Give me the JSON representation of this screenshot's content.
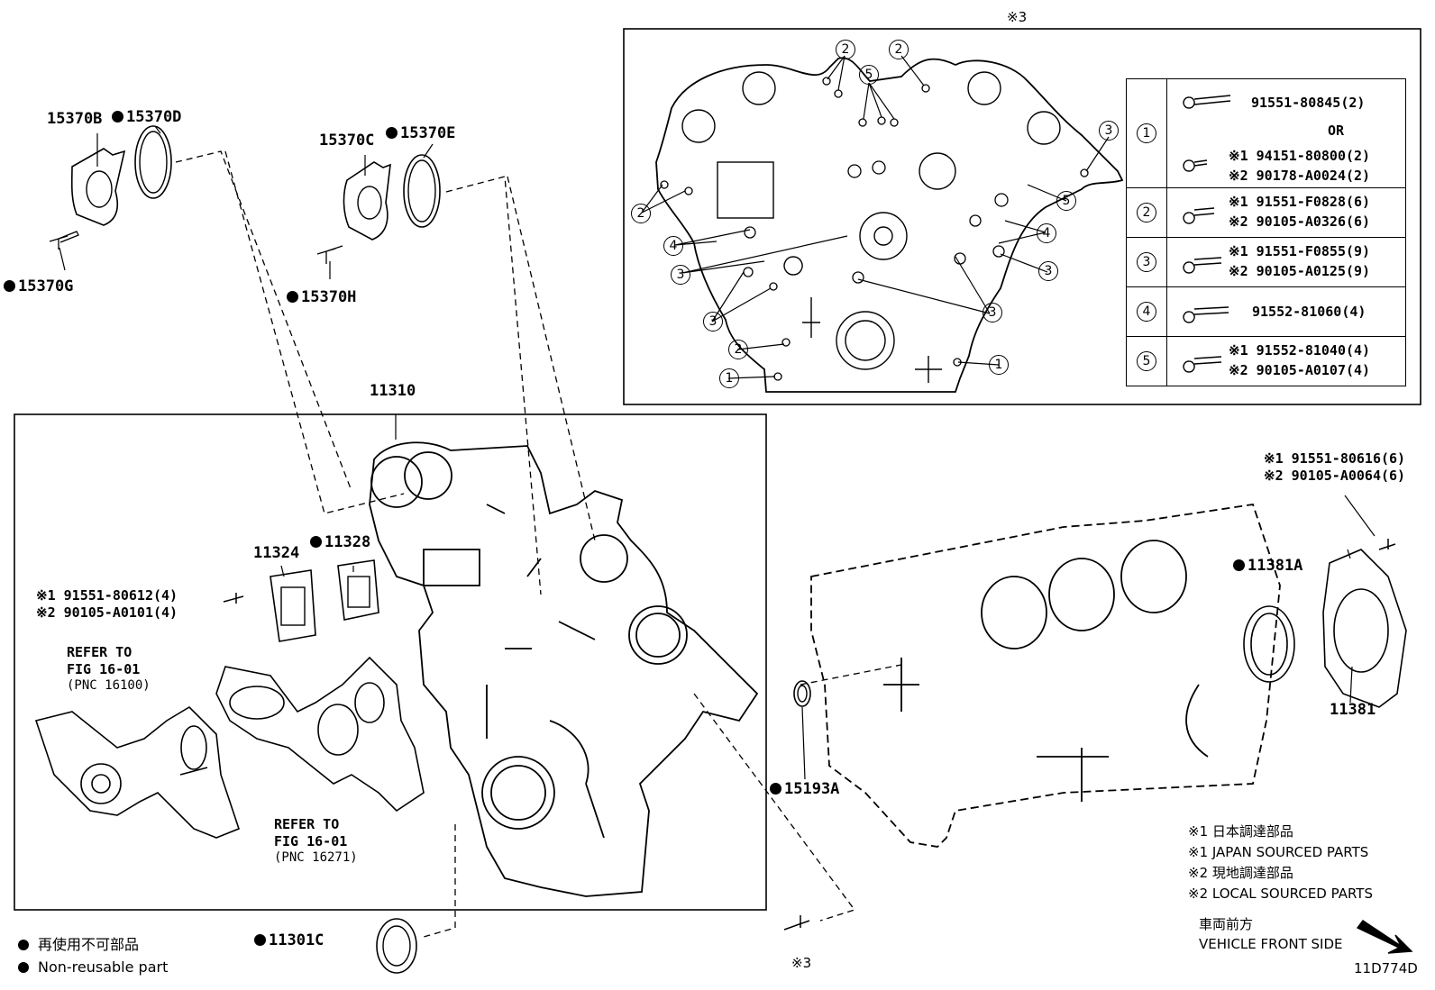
{
  "diagram_id": "11D774D",
  "inset_marker": "※3",
  "legend": {
    "jp": "再使用不可部品",
    "en": "Non-reusable part"
  },
  "notes": [
    "※1 日本調達部品",
    "※1 JAPAN SOURCED PARTS",
    "※2 現地調達部品",
    "※2 LOCAL SOURCED PARTS"
  ],
  "direction": {
    "jp": "車両前方",
    "en": "VEHICLE FRONT SIDE"
  },
  "parts": {
    "p15370B": "15370B",
    "p15370D": "15370D",
    "p15370G": "15370G",
    "p15370C": "15370C",
    "p15370E": "15370E",
    "p15370H": "15370H",
    "p11310": "11310",
    "p11324": "11324",
    "p11328": "11328",
    "p11381A": "11381A",
    "p11381": "11381",
    "p15193A": "15193A",
    "p11301C": "11301C",
    "bolt_a1": "※1 91551-80612(4)",
    "bolt_a2": "※2 90105-A0101(4)",
    "bolt_b1": "※1 91551-80616(6)",
    "bolt_b2": "※2 90105-A0064(6)",
    "bolt_c": "※3"
  },
  "refs": [
    {
      "l1": "REFER TO",
      "l2": "FIG 16-01",
      "l3": "(PNC 16100)"
    },
    {
      "l1": "REFER TO",
      "l2": "FIG 16-01",
      "l3": "(PNC 16271)"
    }
  ],
  "callouts": [
    "1",
    "2",
    "3",
    "4",
    "5"
  ],
  "bolt_table": {
    "or_text": "OR",
    "rows": [
      {
        "num": "1",
        "lines": [
          "91551-80845(2)",
          "※1 94151-80800(2)",
          "※2 90178-A0024(2)"
        ]
      },
      {
        "num": "2",
        "lines": [
          "※1 91551-F0828(6)",
          "※2 90105-A0326(6)"
        ]
      },
      {
        "num": "3",
        "lines": [
          "※1 91551-F0855(9)",
          "※2 90105-A0125(9)"
        ]
      },
      {
        "num": "4",
        "lines": [
          "91552-81060(4)"
        ]
      },
      {
        "num": "5",
        "lines": [
          "※1 91552-81040(4)",
          "※2 90105-A0107(4)"
        ]
      }
    ]
  }
}
